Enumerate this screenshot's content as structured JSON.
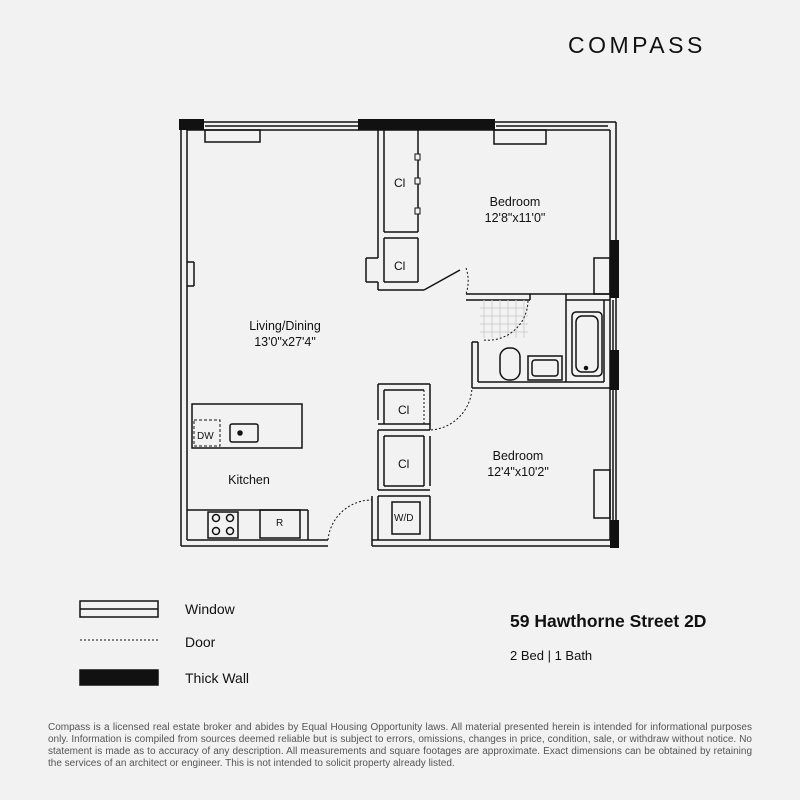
{
  "brand": {
    "logo": "COMPASS"
  },
  "plan": {
    "rooms": {
      "living": {
        "name": "Living/Dining",
        "dims": "13'0\"x27'4\""
      },
      "bedroom1": {
        "name": "Bedroom",
        "dims": "12'8\"x11'0\""
      },
      "bedroom2": {
        "name": "Bedroom",
        "dims": "12'4\"x10'2\""
      },
      "kitchen": {
        "name": "Kitchen"
      }
    },
    "closet_label": "Cl",
    "dishwasher_label": "DW",
    "refrigerator_label": "R",
    "washer_dryer_label": "W/D"
  },
  "legend": {
    "window": "Window",
    "door": "Door",
    "thick_wall": "Thick Wall"
  },
  "listing": {
    "address": "59 Hawthorne Street 2D",
    "specs": "2 Bed | 1 Bath"
  },
  "disclaimer": "Compass is a licensed real estate broker and abides by Equal Housing Opportunity laws. All material presented herein is intended for informational purposes only. Information is compiled from sources deemed reliable but is subject to errors, omissions, changes in price, condition, sale, or withdraw without notice. No statement is made as to accuracy of any description. All measurements and square footages are approximate. Exact dimensions can be obtained by retaining the services of an architect or engineer. This is not intended to solicit property already listed.",
  "colors": {
    "background": "#f2f2f2",
    "wall": "#111111",
    "tile": "#d8d8d8"
  }
}
